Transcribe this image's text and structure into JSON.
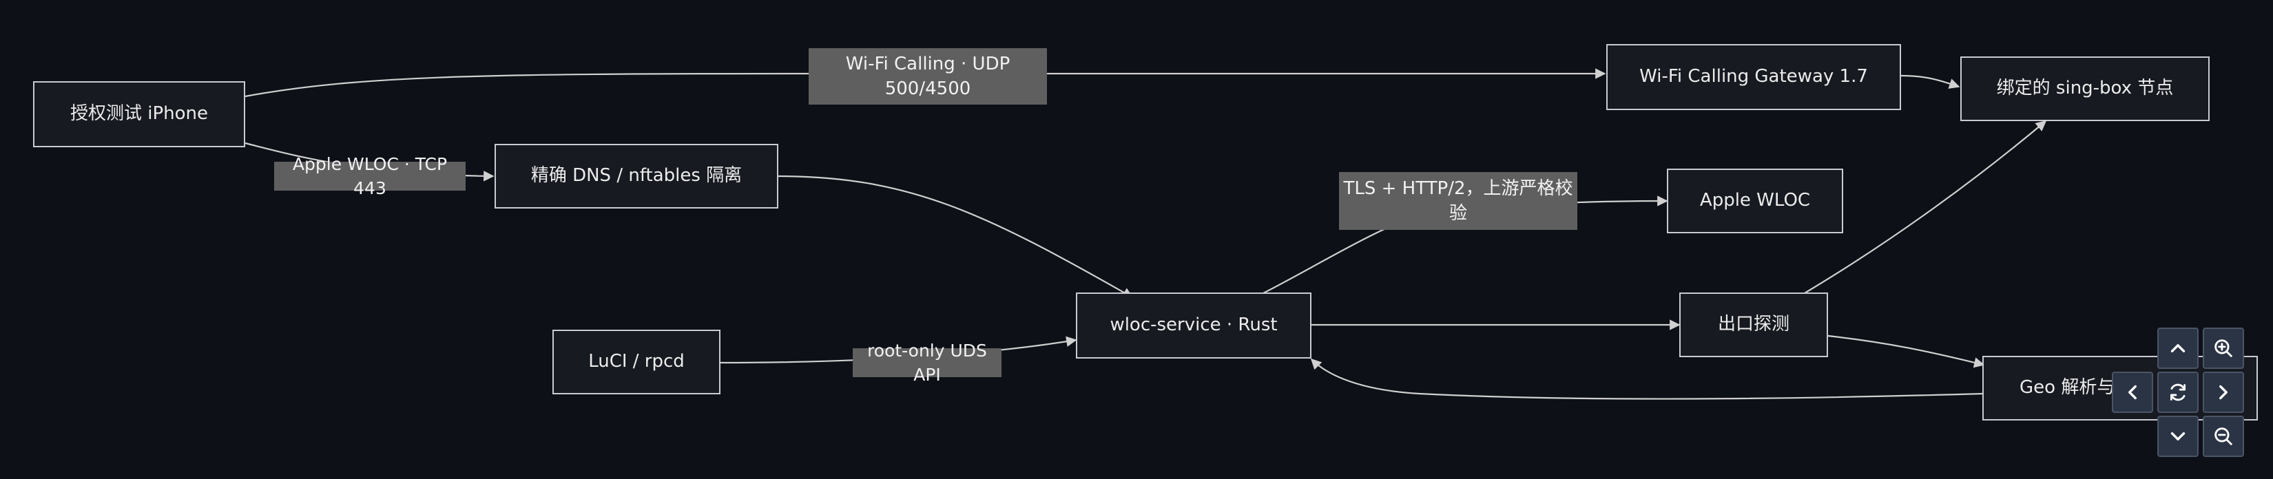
{
  "nodes": {
    "iphone": "授权测试 iPhone",
    "dns": "精确 DNS / nftables 隔离",
    "luci": "LuCI / rpcd",
    "wloc_service": "wloc-service · Rust",
    "wifi_gateway": "Wi-Fi Calling Gateway 1.7",
    "singbox": "绑定的 sing-box 节点",
    "apple_wloc": "Apple WLOC",
    "egress": "出口探测",
    "geo": "Geo 解析与"
  },
  "edge_labels": {
    "wifi_calling": "Wi-Fi Calling · UDP 500/4500",
    "apple_wloc_tcp": "Apple WLOC · TCP 443",
    "tls": "TLS + HTTP/2，上游严格校验",
    "uds": "root-only UDS API"
  },
  "controls": {
    "zoom_in": "zoom-in-icon",
    "zoom_out": "zoom-out-icon",
    "pan_up": "chevron-up-icon",
    "pan_down": "chevron-down-icon",
    "pan_left": "chevron-left-icon",
    "pan_right": "chevron-right-icon",
    "reset": "reset-icon"
  },
  "colors": {
    "background": "#0d1017",
    "node_border": "#c9ccd2",
    "edge": "#d0d0d0",
    "label_bg": "#5f5f5f",
    "control_bg": "#2b3445"
  }
}
